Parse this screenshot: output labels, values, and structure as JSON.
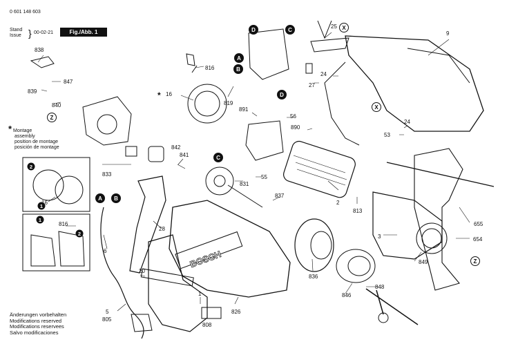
{
  "header": {
    "part_number": "0 601 148 603",
    "stand_label": "Stand",
    "issue_label": "Issue",
    "date": "00-02-21",
    "figure": "Fig./Abb. 1"
  },
  "legend": {
    "symbol": "*",
    "lines": [
      "Montage",
      "assembly",
      "position de montage",
      "posición de montage"
    ]
  },
  "brand_mark": "BOSCH",
  "callouts": [
    "838",
    "847",
    "839",
    "840",
    "816",
    "819",
    "891",
    "56",
    "890",
    "25",
    "24",
    "27",
    "9",
    "53",
    "24",
    "16",
    "842",
    "841",
    "833",
    "831",
    "55",
    "837",
    "2",
    "813",
    "3",
    "849",
    "655",
    "654",
    "848",
    "846",
    "836",
    "28",
    "6",
    "5",
    "805",
    "20",
    "1",
    "808",
    "826",
    "16",
    "816"
  ],
  "letter_markers": [
    "D",
    "C",
    "A",
    "B",
    "D",
    "C",
    "A",
    "B",
    "X",
    "X",
    "Z",
    "Z"
  ],
  "inset_markers": [
    "2",
    "1",
    "2",
    "1"
  ],
  "footer": {
    "lines": [
      "Änderungen vorbehalten",
      "Modifications reserved",
      "Modifications reservees",
      "Salvo modificaciones"
    ]
  }
}
